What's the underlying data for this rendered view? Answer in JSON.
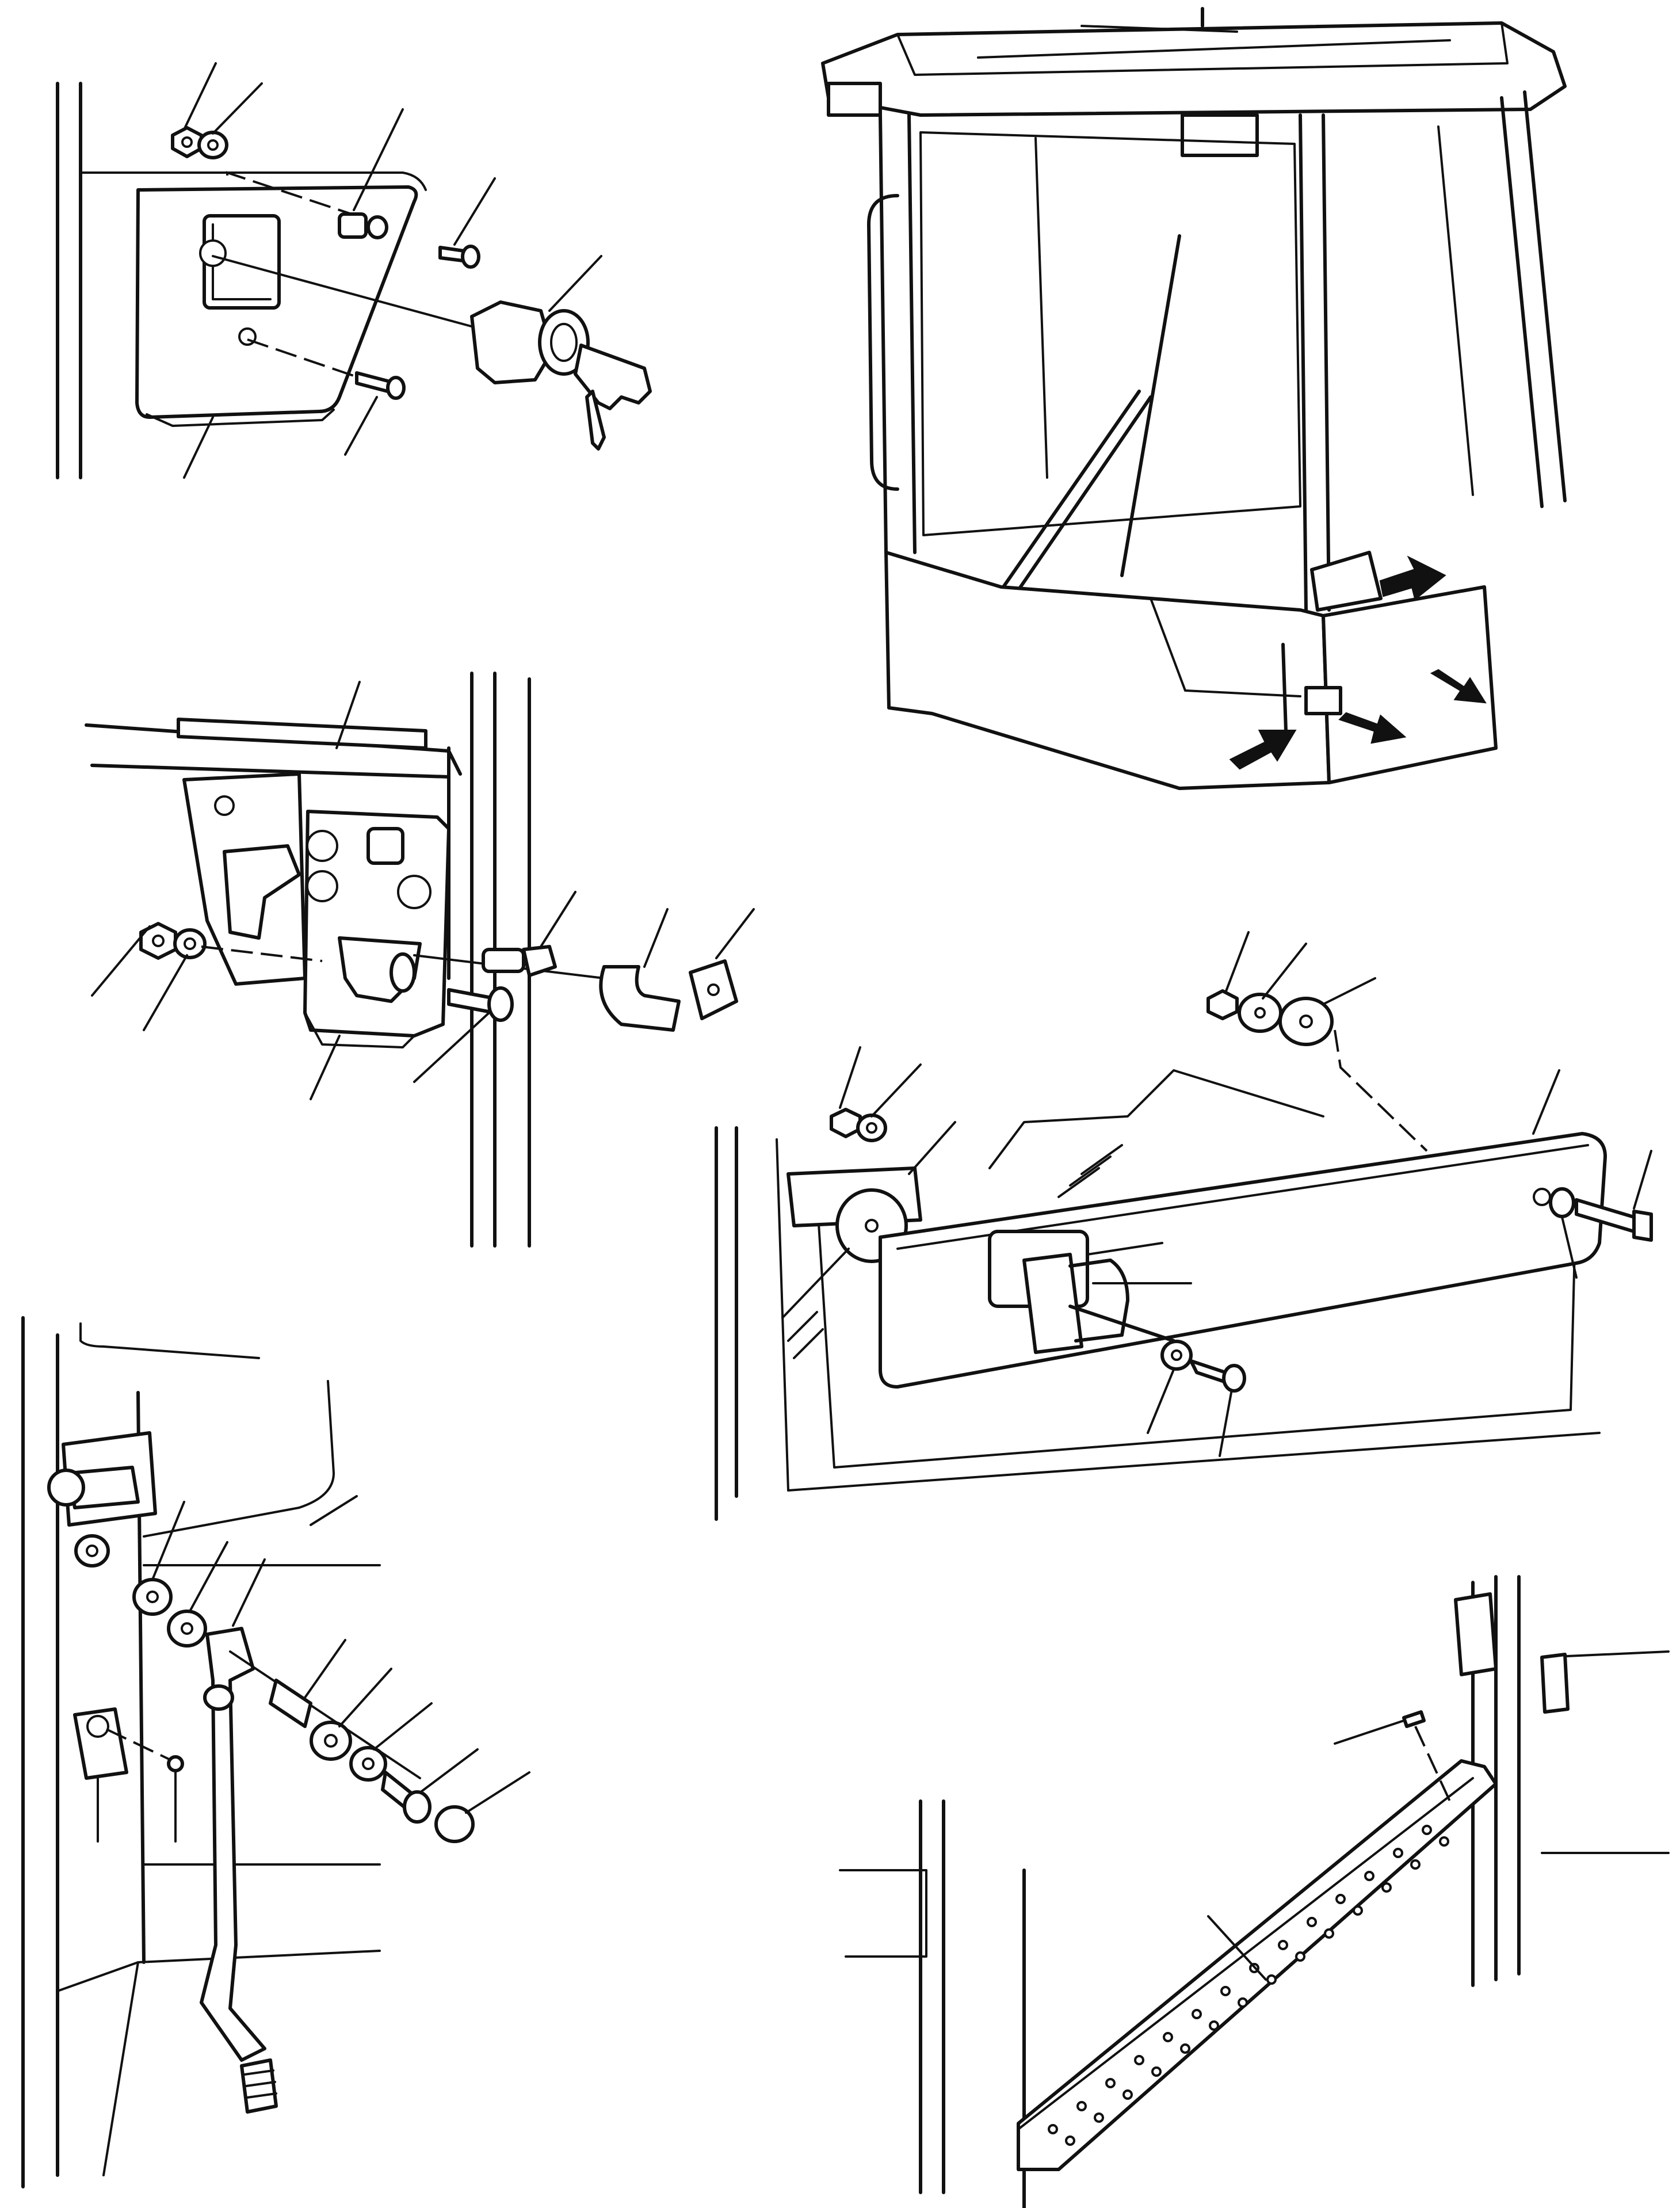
{
  "colors": {
    "ink": "#111111",
    "paper": "#ffffff"
  },
  "views": [
    {
      "id": "door-handle-lock",
      "callouts": 8
    },
    {
      "id": "cab-overview",
      "arrows": 5
    },
    {
      "id": "door-latch",
      "callouts": 7
    },
    {
      "id": "door-handle-bar",
      "callouts": 10
    },
    {
      "id": "door-stay-rod",
      "callouts": 10
    },
    {
      "id": "step-plate",
      "callouts": 2
    }
  ]
}
